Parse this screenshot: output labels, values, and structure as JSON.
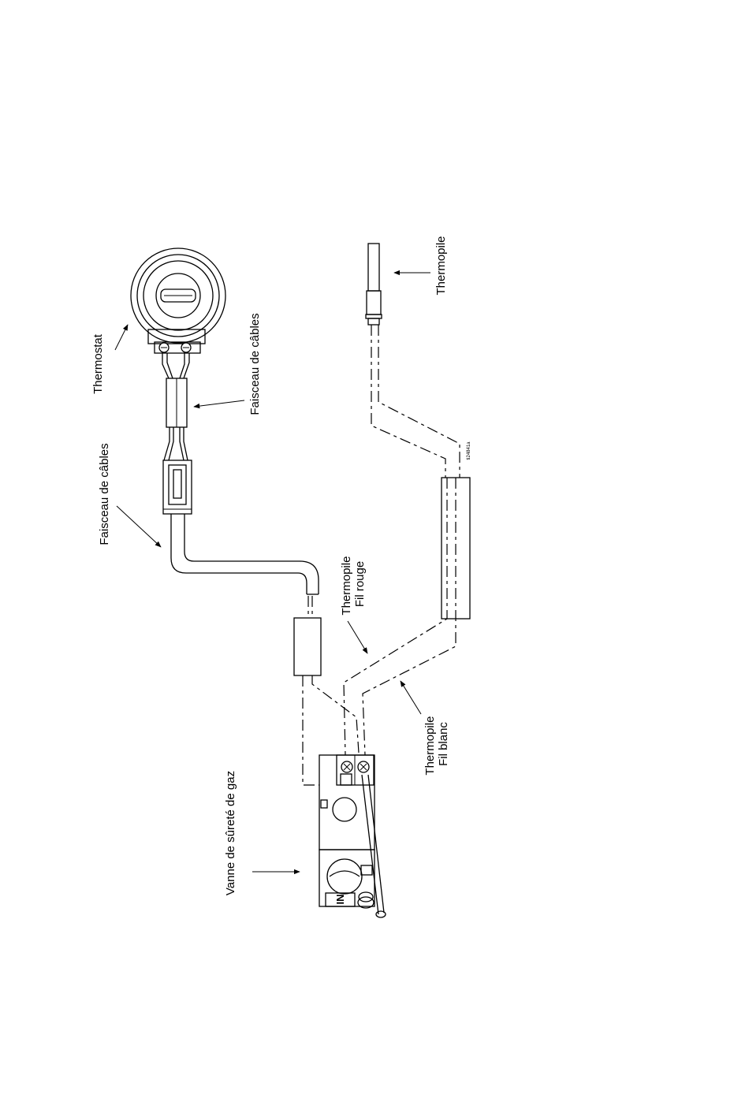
{
  "labels": {
    "thermostat": "Thermostat",
    "harness_right": "Faisceau de câbles",
    "harness_left": "Faisceau de câbles",
    "thermopile_top": "Thermopile",
    "thermopile_red_line1": "Thermopile",
    "thermopile_red_line2": "Fil rouge",
    "thermopile_white_line1": "Thermopile",
    "thermopile_white_line2": "Fil blanc",
    "gas_valve": "Vanne de sûreté de gaz",
    "valve_inlet": "IN",
    "figure_id": "ti24841a"
  }
}
